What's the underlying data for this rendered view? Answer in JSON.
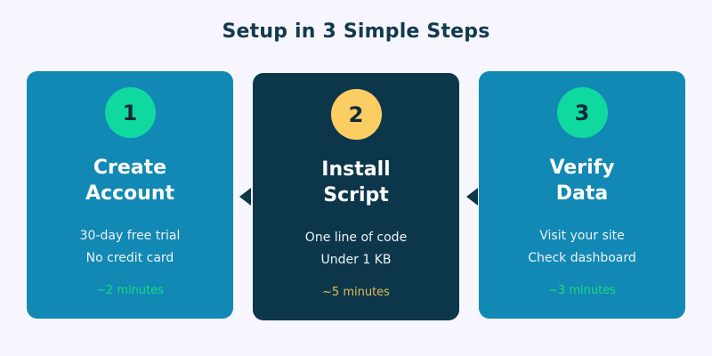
{
  "header": {
    "title": "Setup in 3 Simple Steps"
  },
  "colors": {
    "background": "#f7f6fe",
    "title_text": "#113a4e",
    "card_standard": "#1288b4",
    "card_featured": "#0c374b",
    "badge_green": "#10d99f",
    "badge_amber": "#fbcd63",
    "badge_number": "#0e2a38",
    "card_title_text": "#ffffff",
    "card_detail_text": "#eef3f7",
    "time_green": "#18dd7f",
    "time_amber": "#e7bb51",
    "arrow": "#0c374b"
  },
  "steps": [
    {
      "number": "1",
      "title": "Create\nAccount",
      "details": [
        "30-day free trial",
        "No credit card"
      ],
      "time": "~2 minutes",
      "featured": false
    },
    {
      "number": "2",
      "title": "Install\nScript",
      "details": [
        "One line of code",
        "Under 1 KB"
      ],
      "time": "~5 minutes",
      "featured": true
    },
    {
      "number": "3",
      "title": "Verify\nData",
      "details": [
        "Visit your site",
        "Check dashboard"
      ],
      "time": "~3 minutes",
      "featured": false
    }
  ],
  "connectors": [
    {
      "name": "arrow-step-1-to-2"
    },
    {
      "name": "arrow-step-2-to-3"
    }
  ]
}
